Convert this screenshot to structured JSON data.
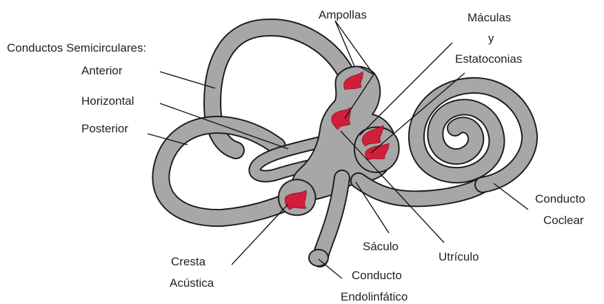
{
  "diagram": {
    "colors": {
      "background": "#ffffff",
      "duct_fill": "#a7a7a7",
      "duct_outline": "#1c1c1c",
      "sensory_red": "#d21e3a",
      "label_text": "#222222"
    },
    "labels": {
      "ampollas": "Ampollas",
      "maculas_line1": "Máculas",
      "maculas_line2": "y",
      "maculas_line3": "Estatoconias",
      "conductos_semicirculares": "Conductos Semicirculares:",
      "anterior": "Anterior",
      "horizontal": "Horizontal",
      "posterior": "Posterior",
      "conducto_coclear_line1": "Conducto",
      "conducto_coclear_line2": "Coclear",
      "cresta_line1": "Cresta",
      "cresta_line2": "Acústica",
      "saculo": "Sáculo",
      "utriculo": "Utrículo",
      "endolinfatico_line1": "Conducto",
      "endolinfatico_line2": "Endolinfático"
    }
  }
}
